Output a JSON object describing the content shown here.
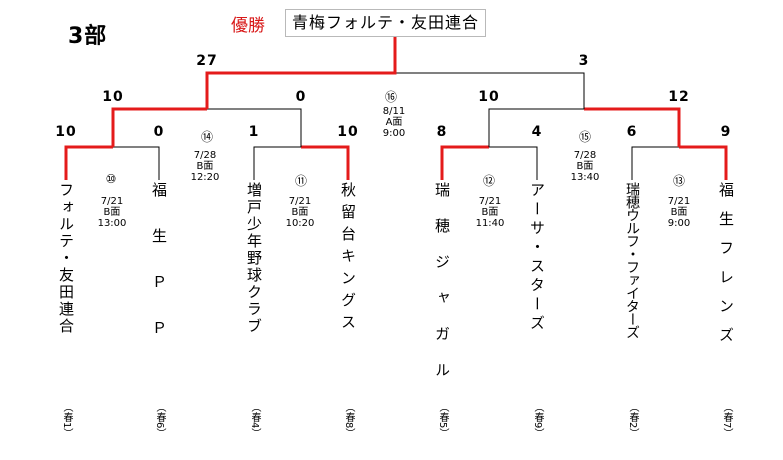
{
  "division": "3部",
  "champion": {
    "label": "優勝",
    "team": "青梅フォルテ・友田連合"
  },
  "teams": [
    {
      "name": "フォルテ・友田連合",
      "seed": "（春1）"
    },
    {
      "name": "福生ＰＰ",
      "seed": "（春6）"
    },
    {
      "name": "増戸少年野球クラブ",
      "seed": "（春4）"
    },
    {
      "name": "秋留台キングス",
      "seed": "（春8）"
    },
    {
      "name": "瑞穂ジャガル",
      "seed": "（春5）"
    },
    {
      "name": "アーサ・スターズ",
      "seed": "（春9）"
    },
    {
      "name": "瑞穂ウルフ・ファイターズ",
      "seed": "（春2）"
    },
    {
      "name": "福生フレンズ",
      "seed": "（春7）"
    }
  ],
  "scores": {
    "r1": [
      "10",
      "0",
      "1",
      "10",
      "8",
      "4",
      "6",
      "9"
    ],
    "r2": [
      "10",
      "0",
      "10",
      "12"
    ],
    "final": [
      "27",
      "3"
    ]
  },
  "matches": [
    {
      "num": "⑩",
      "date": "7/21",
      "court": "B面",
      "time": "13:00"
    },
    {
      "num": "⑪",
      "date": "7/21",
      "court": "B面",
      "time": "10:20"
    },
    {
      "num": "⑫",
      "date": "7/21",
      "court": "B面",
      "time": "11:40"
    },
    {
      "num": "⑬",
      "date": "7/21",
      "court": "B面",
      "time": "9:00"
    },
    {
      "num": "⑭",
      "date": "7/28",
      "court": "B面",
      "time": "12:20"
    },
    {
      "num": "⑮",
      "date": "7/28",
      "court": "B面",
      "time": "13:40"
    },
    {
      "num": "⑯",
      "date": "8/11",
      "court": "A面",
      "time": "9:00"
    }
  ],
  "colors": {
    "winner_line": "#e41b1b",
    "line": "#000000",
    "champion_label": "#d81818"
  }
}
